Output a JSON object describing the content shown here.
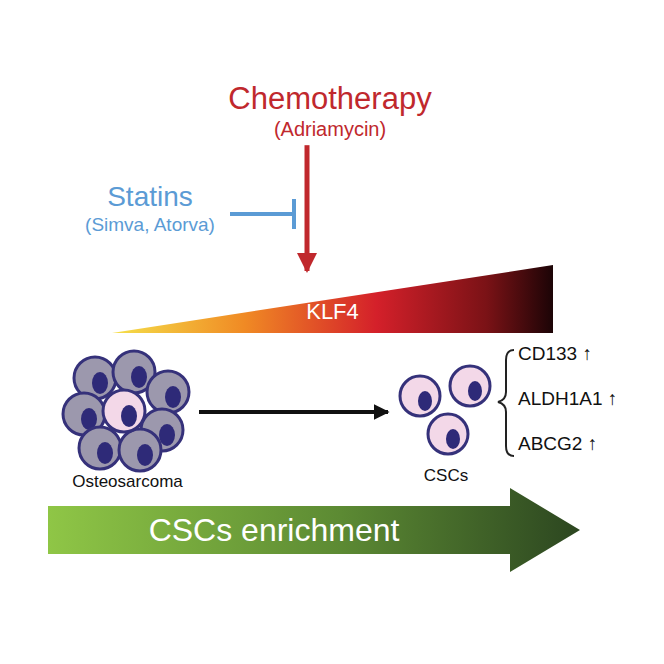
{
  "diagram": {
    "nodes": [
      {
        "text": [
          "Chemotherapy",
          "(Adriamycin)"
        ]
      },
      {
        "text": [
          "Statins",
          "(Simva, Atorva)"
        ]
      },
      {
        "text": [
          "KLF4"
        ]
      },
      {
        "text": [
          "Osteosarcoma"
        ]
      },
      {
        "text": [
          "CSCs"
        ]
      },
      {
        "text": [
          "CSCs enrichment"
        ]
      }
    ],
    "edges": [
      {
        "from": 0,
        "to": 2,
        "arrow": "to"
      },
      {
        "from": 3,
        "to": 4,
        "arrow": "to"
      }
    ],
    "labels": [
      "CD133 ↑",
      "ALDH1A1 ↑",
      "ABCG2 ↑"
    ]
  }
}
